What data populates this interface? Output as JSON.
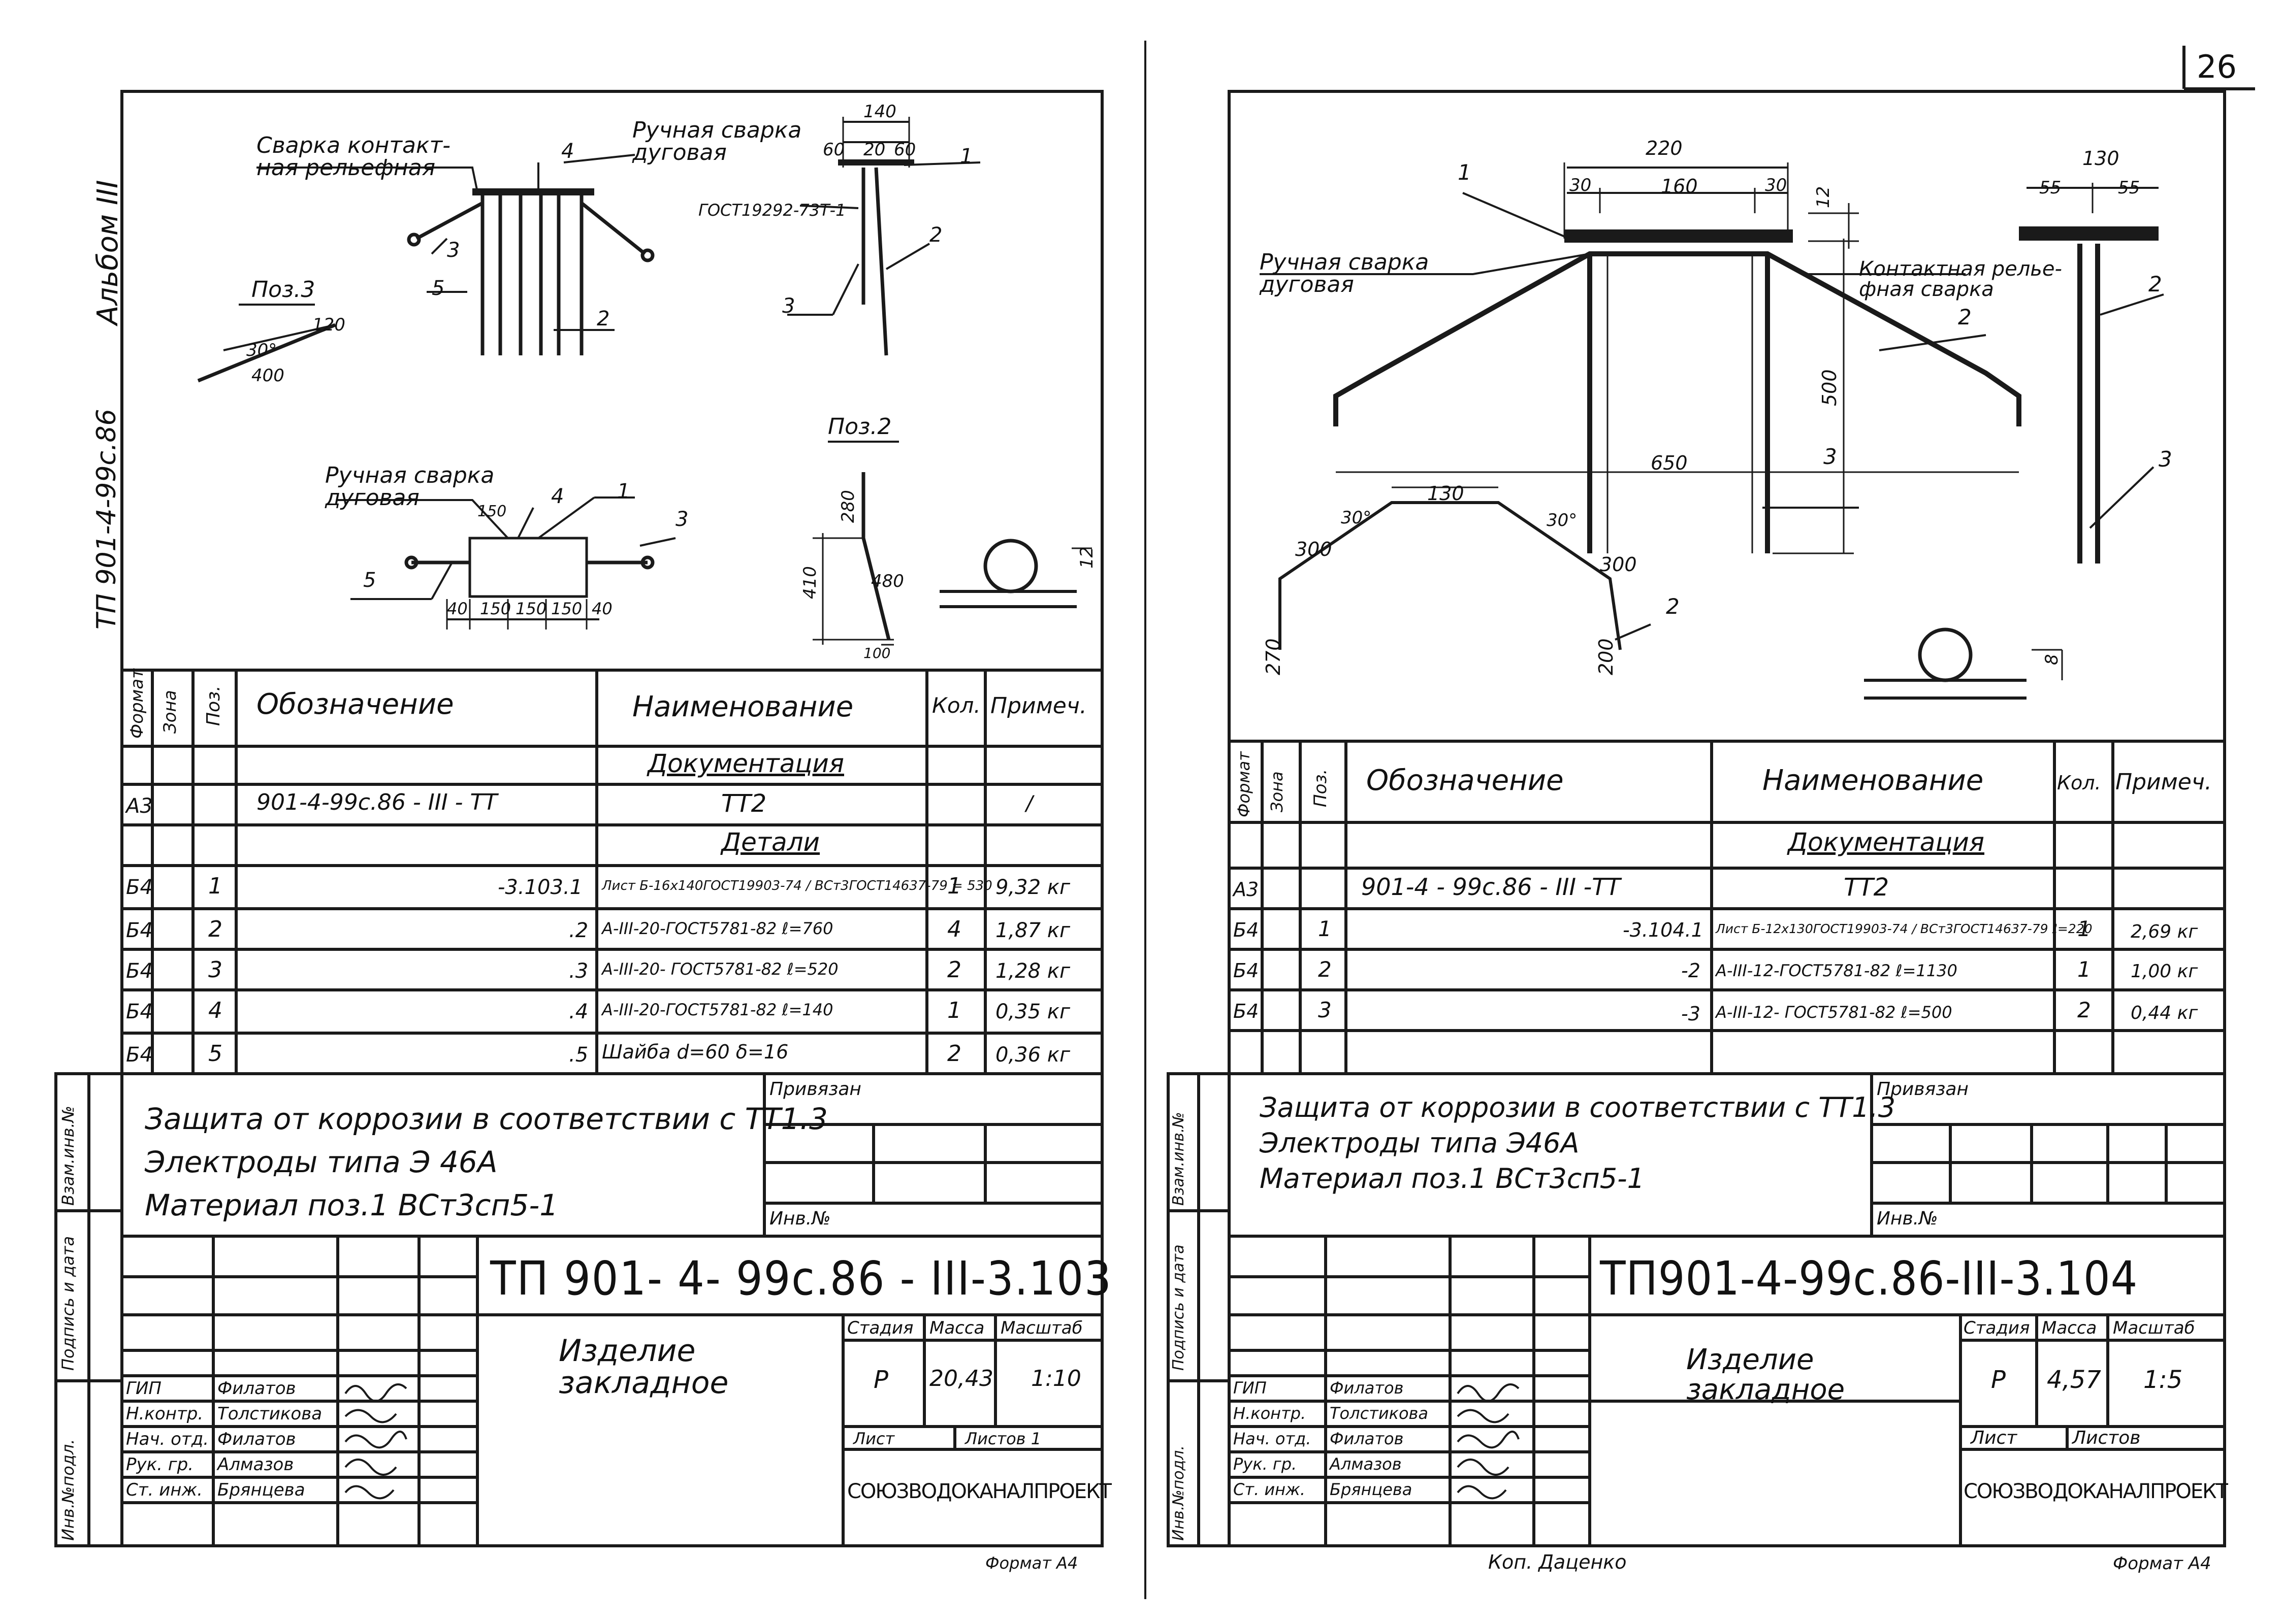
{
  "page_number": "26",
  "album_side": "Альбом III",
  "album_code": "ТП 901-4-99с.86",
  "left_sheet": {
    "drawing_labels": {
      "weld_contact": "Сварка контакт-\nная рельефная",
      "weld_manual_top": "Ручная сварка\nдуговая",
      "gost_weld": "ГОСТ19292-73Т-1",
      "pos3_title": "Поз.3",
      "pos2_title": "Поз.2",
      "weld_manual_bottom": "Ручная сварка\nдуговая",
      "dim_140": "140",
      "dim_60a": "60",
      "dim_20": "20",
      "dim_60b": "60",
      "dim_120": "120",
      "dim_30deg": "30°",
      "dim_400": "400",
      "dim_150top": "150",
      "dim_40a": "40",
      "dim_150a": "150",
      "dim_150b": "150",
      "dim_150c": "150",
      "dim_40b": "40",
      "dim_280": "280",
      "dim_410": "410",
      "dim_480": "480",
      "dim_100": "100",
      "dim_12": "12",
      "lead_1a": "1",
      "lead_2a": "2",
      "lead_3a": "3",
      "lead_4a": "4",
      "lead_5a": "5",
      "lead_2b": "2",
      "lead_3b": "3",
      "lead_1b": "1",
      "lead_4b": "4",
      "lead_3c": "3",
      "lead_5b": "5"
    },
    "spec_headers": [
      "Формат",
      "Зона",
      "Поз.",
      "Обозначение",
      "Наименование",
      "Кол.",
      "Примеч."
    ],
    "section_docs": "Документация",
    "section_parts": "Детали",
    "rows": [
      {
        "format": "А3",
        "pos": "",
        "designation": "901-4-99с.86 - III - ТТ",
        "name": "ТТ2",
        "qty": "",
        "note": "/"
      },
      {
        "format": "Б4",
        "pos": "1",
        "designation": "-3.103.1",
        "name": "Лист Б-16х140ГОСТ19903-74 / ВСт3ГОСТ14637-79 = 530",
        "qty": "1",
        "note": "9,32 кг"
      },
      {
        "format": "Б4",
        "pos": "2",
        "designation": ".2",
        "name": "А-III-20-ГОСТ5781-82 ℓ=760",
        "qty": "4",
        "note": "1,87 кг"
      },
      {
        "format": "Б4",
        "pos": "3",
        "designation": ".3",
        "name": "А-III-20- ГОСТ5781-82 ℓ=520",
        "qty": "2",
        "note": "1,28 кг"
      },
      {
        "format": "Б4",
        "pos": "4",
        "designation": ".4",
        "name": "А-III-20-ГОСТ5781-82 ℓ=140",
        "qty": "1",
        "note": "0,35 кг"
      },
      {
        "format": "Б4",
        "pos": "5",
        "designation": ".5",
        "name": "Шайба d=60 δ=16",
        "qty": "2",
        "note": "0,36 кг"
      }
    ],
    "notes": [
      "Защита от коррозии в соответствии с ТТ1.3",
      "Электроды типа Э 46А",
      "Материал поз.1 ВСт3сп5-1"
    ],
    "privyazan": "Привязан",
    "inv_no": "Инв.№",
    "doc_code": "ТП 901- 4- 99с.86 - III-3.103",
    "item_title": "Изделие\nзакладное",
    "stage_h": "Стадия",
    "mass_h": "Масса",
    "scale_h": "Масштаб",
    "stage": "Р",
    "mass": "20,43",
    "scale": "1:10",
    "sheet_l": "Лист",
    "sheets_l": "Листов 1",
    "org": "СОЮЗВОДОКАНАЛПРОЕКТ",
    "format": "Формат А4",
    "signers": [
      {
        "role": "ГИП",
        "name": "Филатов"
      },
      {
        "role": "Н.контр.",
        "name": "Толстикова"
      },
      {
        "role": "Нач. отд.",
        "name": "Филатов"
      },
      {
        "role": "Рук. гр.",
        "name": "Алмазов"
      },
      {
        "role": "Ст. инж.",
        "name": "Брянцева"
      }
    ],
    "side_stamp": [
      "Инв.№подл.",
      "Подпись и дата",
      "Взам.инв.№"
    ]
  },
  "right_sheet": {
    "drawing_labels": {
      "dim_220": "220",
      "dim_30a": "30",
      "dim_160": "160",
      "dim_30b": "30",
      "dim_12": "12",
      "dim_130top": "130",
      "dim_55a": "55",
      "dim_55b": "55",
      "weld_manual": "Ручная сварка\nдуговая",
      "weld_contact": "Контактная релье-\nфная сварка",
      "dim_500": "500",
      "dim_650": "650",
      "dim_130": "130",
      "dim_30deg_a": "30°",
      "dim_30deg_b": "30°",
      "dim_300a": "300",
      "dim_300b": "300",
      "dim_270": "270",
      "dim_200": "200",
      "dim_8": "8",
      "lead_1": "1",
      "lead_2a": "2",
      "lead_2b": "2",
      "lead_2c": "2",
      "lead_3a": "3",
      "lead_3b": "3"
    },
    "spec_headers": [
      "Формат",
      "Зона",
      "Поз.",
      "Обозначение",
      "Наименование",
      "Кол.",
      "Примеч."
    ],
    "section_docs": "Документация",
    "rows": [
      {
        "format": "А3",
        "pos": "",
        "designation": "901-4 - 99с.86 - III -ТТ",
        "name": "ТТ2",
        "qty": "",
        "note": ""
      },
      {
        "format": "Б4",
        "pos": "1",
        "designation": "-3.104.1",
        "name": "Лист Б-12х130ГОСТ19903-74 / ВСт3ГОСТ14637-79 ℓ=220",
        "qty": "1",
        "note": "2,69 кг"
      },
      {
        "format": "Б4",
        "pos": "2",
        "designation": "-2",
        "name": "А-III-12-ГОСТ5781-82 ℓ=1130",
        "qty": "1",
        "note": "1,00 кг"
      },
      {
        "format": "Б4",
        "pos": "3",
        "designation": "-3",
        "name": "А-III-12- ГОСТ5781-82 ℓ=500",
        "qty": "2",
        "note": "0,44 кг"
      }
    ],
    "notes": [
      "Защита от коррозии в соответствии с ТТ1.3",
      "Электроды типа Э46А",
      "Материал поз.1 ВСт3сп5-1"
    ],
    "privyazan": "Привязан",
    "inv_no": "Инв.№",
    "doc_code": "ТП901-4-99с.86-III-3.104",
    "item_title": "Изделие\nзакладное",
    "stage_h": "Стадия",
    "mass_h": "Масса",
    "scale_h": "Масштаб",
    "stage": "Р",
    "mass": "4,57",
    "scale": "1:5",
    "sheet_l": "Лист",
    "sheets_l": "Листов",
    "org": "СОЮЗВОДОКАНАЛПРОЕКТ",
    "format": "Формат А4",
    "copied_by": "Коп. Даценко",
    "signers": [
      {
        "role": "ГИП",
        "name": "Филатов"
      },
      {
        "role": "Н.контр.",
        "name": "Толстикова"
      },
      {
        "role": "Нач. отд.",
        "name": "Филатов"
      },
      {
        "role": "Рук. гр.",
        "name": "Алмазов"
      },
      {
        "role": "Ст. инж.",
        "name": "Брянцева"
      }
    ],
    "side_stamp": [
      "Инв.№подл.",
      "Подпись и дата",
      "Взам.инв.№"
    ]
  }
}
